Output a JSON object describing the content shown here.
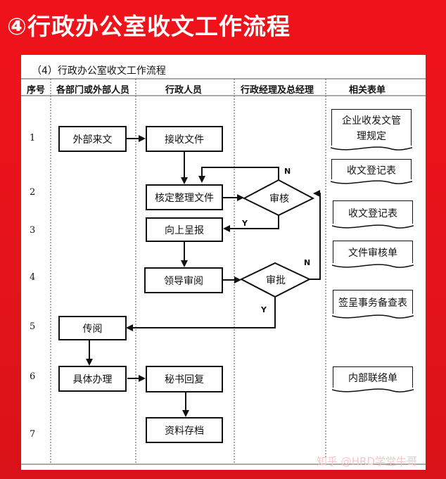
{
  "banner": {
    "title": "④行政办公室收文工作流程"
  },
  "doc": {
    "subtitle": "（4）行政办公室收文工作流程",
    "columns": {
      "seq": "序号",
      "dept": "各部门或外部人员",
      "admin": "行政人员",
      "manager": "行政经理及总经理",
      "forms": "相关表单"
    },
    "rows": [
      "1",
      "2",
      "3",
      "4",
      "5",
      "6",
      "7"
    ]
  },
  "flow": {
    "external_doc": "外部来文",
    "receive": "接收文件",
    "organize": "核定整理文件",
    "report_up": "向上呈报",
    "leader_review": "领导审阅",
    "circulate": "传阅",
    "handle": "具体办理",
    "secretary_reply": "秘书回复",
    "archive": "资料存档",
    "audit": "审核",
    "approve": "审批",
    "yes": "Y",
    "no": "N"
  },
  "forms": {
    "f1": "企业收发文管理规定",
    "f2": "收文登记表",
    "f3": "收文登记表",
    "f4": "文件审核单",
    "f5": "签呈事务备查表",
    "f6": "内部联络单"
  },
  "watermark": "知乎 @HRD学堂牛哥"
}
